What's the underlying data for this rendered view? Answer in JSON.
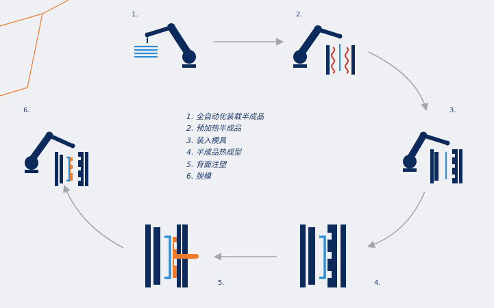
{
  "steps": [
    {
      "num": "1.",
      "label": "1. 全自动化装载半成品"
    },
    {
      "num": "2.",
      "label": "2. 预加热半成品"
    },
    {
      "num": "3.",
      "label": "3. 装入模具"
    },
    {
      "num": "4.",
      "label": "4. 半成品热成型"
    },
    {
      "num": "5.",
      "label": "5. 背面注塑"
    },
    {
      "num": "6.",
      "label": "6. 脱模"
    }
  ],
  "colors": {
    "navy": "#0c2a5c",
    "blue": "#2f8fd6",
    "red": "#d13a34",
    "orange": "#ee7a2d",
    "arrow": "#a3a6ab",
    "background": "#eef0f3"
  },
  "icons": [
    "robot-arm-icon",
    "heater-icon",
    "mold-icon",
    "injection-nozzle-icon"
  ]
}
